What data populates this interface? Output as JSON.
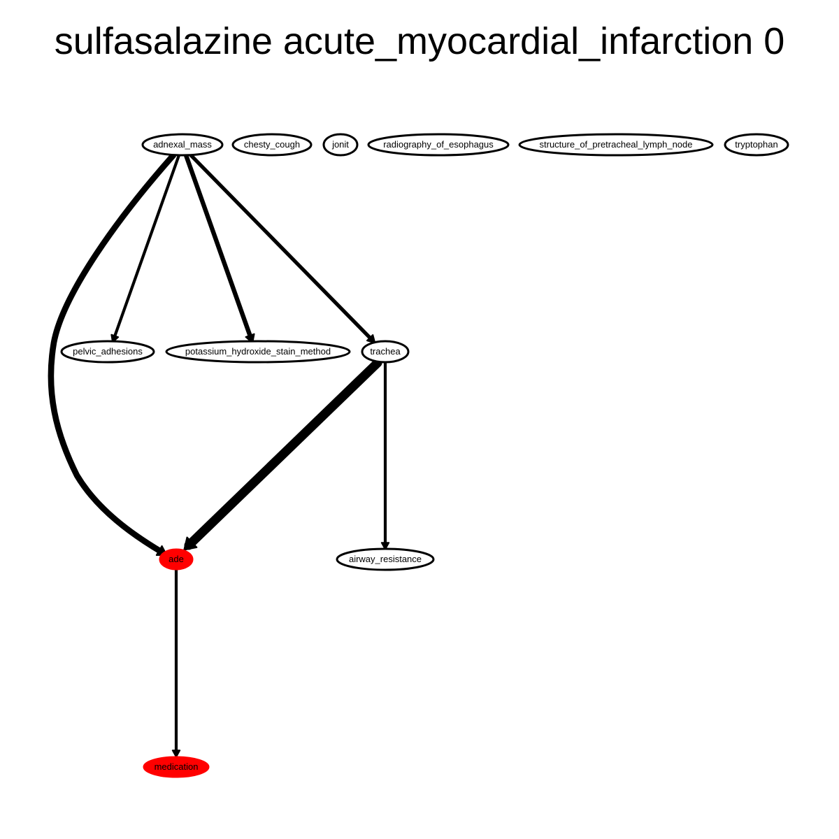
{
  "title": "sulfasalazine acute_myocardial_infarction 0",
  "colors": {
    "highlight": "#ff0000",
    "stroke": "#000000",
    "node_fill": "#ffffff",
    "background": "#ffffff"
  },
  "nodes": [
    {
      "id": "adnexal_mass",
      "label": "adnexal_mass",
      "highlight": false
    },
    {
      "id": "chesty_cough",
      "label": "chesty_cough",
      "highlight": false
    },
    {
      "id": "jonit",
      "label": "jonit",
      "highlight": false
    },
    {
      "id": "radiography_of_esophagus",
      "label": "radiography_of_esophagus",
      "highlight": false
    },
    {
      "id": "structure_of_pretracheal_lymph_node",
      "label": "structure_of_pretracheal_lymph_node",
      "highlight": false
    },
    {
      "id": "tryptophan",
      "label": "tryptophan",
      "highlight": false
    },
    {
      "id": "pelvic_adhesions",
      "label": "pelvic_adhesions",
      "highlight": false
    },
    {
      "id": "potassium_hydroxide_stain_method",
      "label": "potassium_hydroxide_stain_method",
      "highlight": false
    },
    {
      "id": "trachea",
      "label": "trachea",
      "highlight": false
    },
    {
      "id": "ade",
      "label": "ade",
      "highlight": true
    },
    {
      "id": "airway_resistance",
      "label": "airway_resistance",
      "highlight": false
    },
    {
      "id": "medication",
      "label": "medication",
      "highlight": true
    }
  ],
  "edges": [
    {
      "from": "adnexal_mass",
      "to": "ade",
      "weight": 3
    },
    {
      "from": "adnexal_mass",
      "to": "pelvic_adhesions",
      "weight": 1
    },
    {
      "from": "adnexal_mass",
      "to": "potassium_hydroxide_stain_method",
      "weight": 2
    },
    {
      "from": "adnexal_mass",
      "to": "trachea",
      "weight": 1.5
    },
    {
      "from": "trachea",
      "to": "ade",
      "weight": 5
    },
    {
      "from": "trachea",
      "to": "airway_resistance",
      "weight": 1
    },
    {
      "from": "ade",
      "to": "medication",
      "weight": 1
    }
  ]
}
